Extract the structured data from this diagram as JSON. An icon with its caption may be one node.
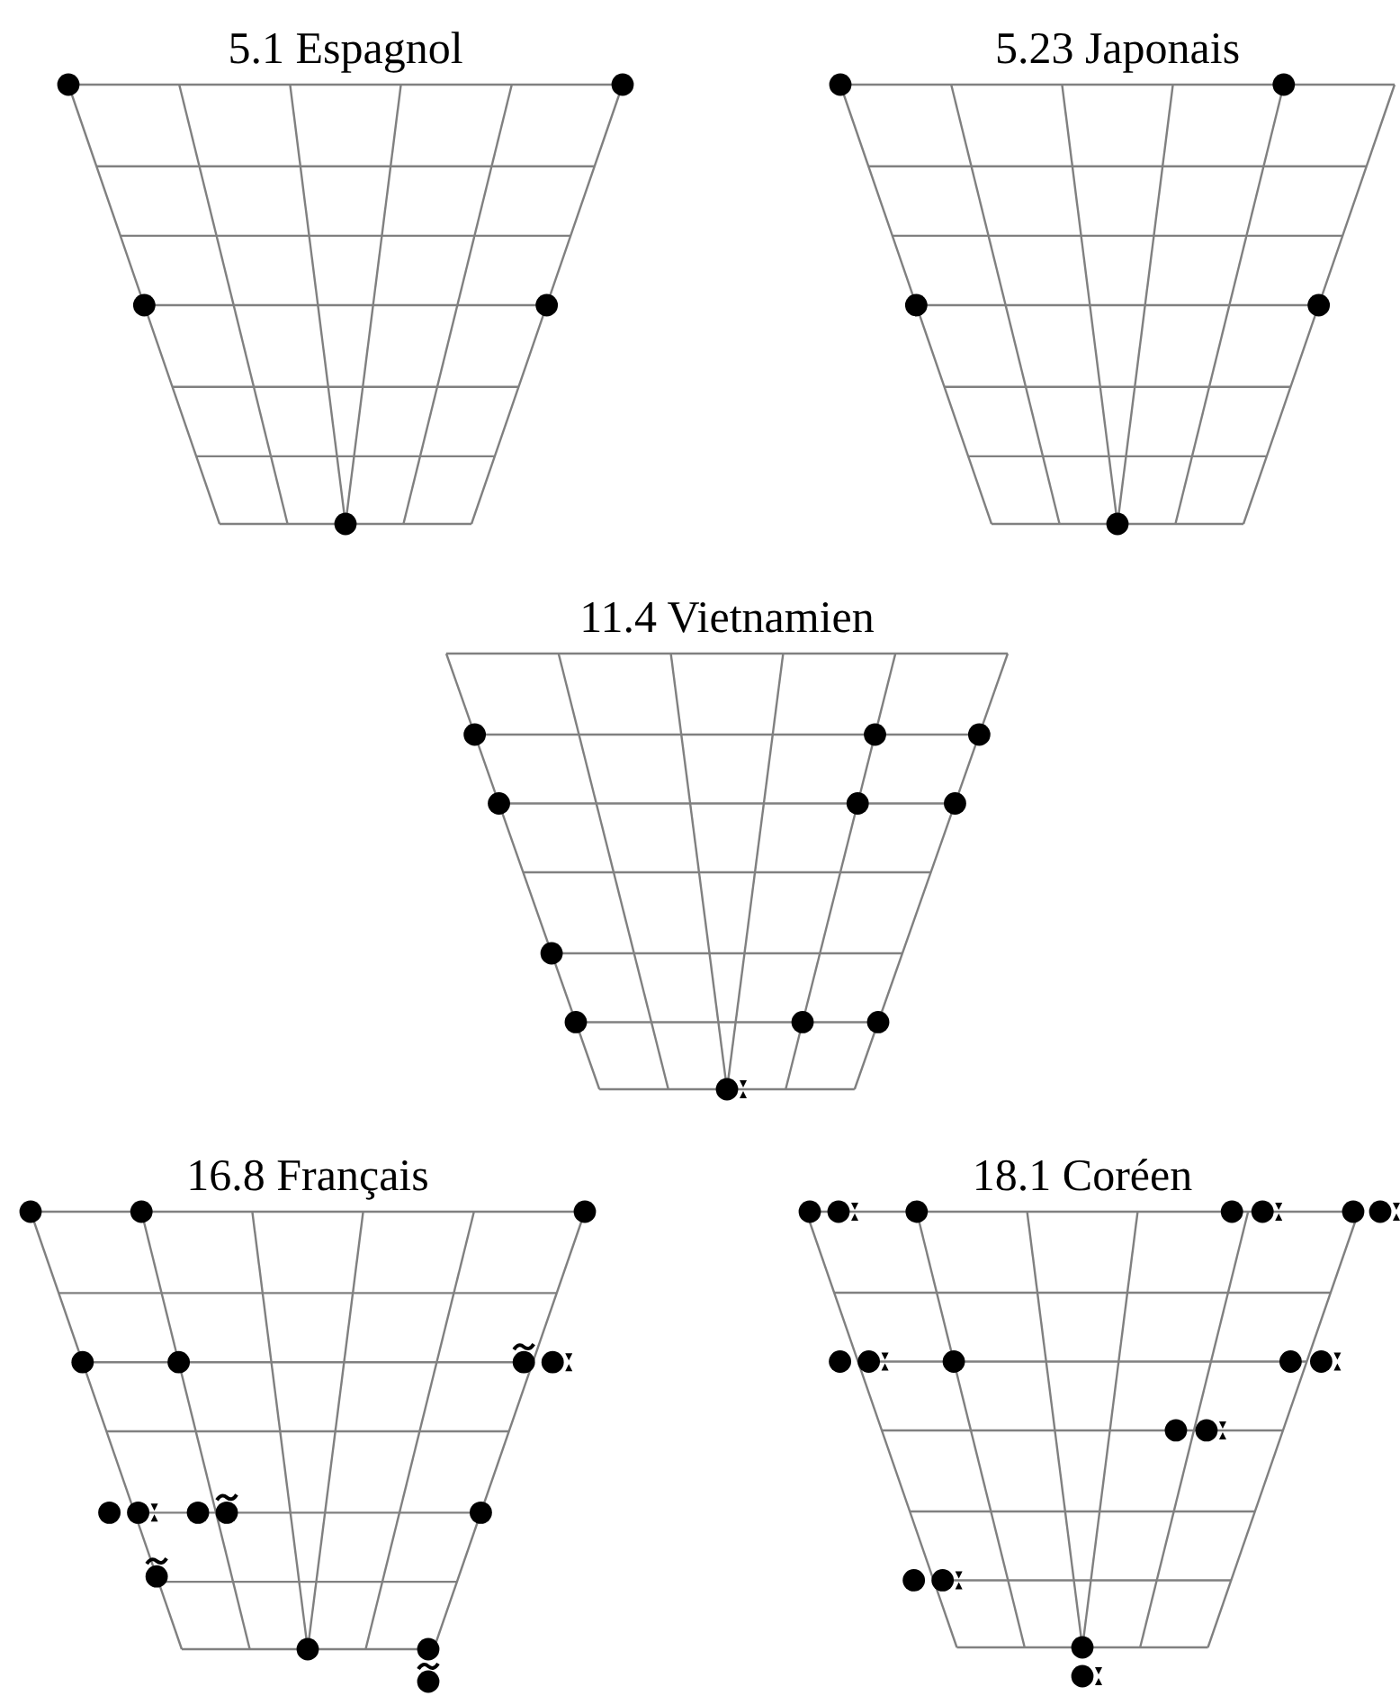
{
  "diagram": {
    "labels": [
      "5.1 Espagnol",
      "5.23 Japonais",
      "11.4 Vietnamien",
      "16.8 Français",
      "18.1 Coréen"
    ]
  }
}
